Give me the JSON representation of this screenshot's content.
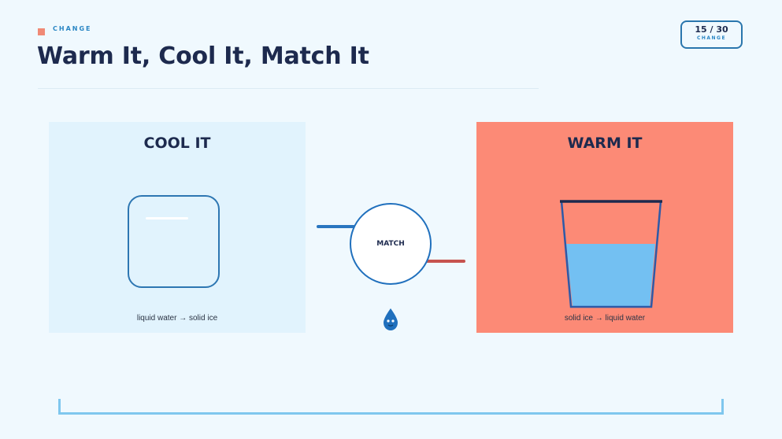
{
  "header": {
    "section_label": "CHANGE",
    "title": "Warm It, Cool It, Match It",
    "accent_color": "#f08a76"
  },
  "counter": {
    "text": "15 / 30",
    "label": "CHANGE"
  },
  "panels": {
    "cool": {
      "title": "COOL IT",
      "caption": "liquid water → solid ice",
      "icon": "ice-cube-icon",
      "background": "#e1f3fd"
    },
    "warm": {
      "title": "WARM IT",
      "caption": "solid ice → liquid water",
      "icon": "water-glass-icon",
      "background": "#fc8a76"
    }
  },
  "center": {
    "match_label": "MATCH",
    "icon": "water-droplet-icon",
    "cool_connector_color": "#2a76c0",
    "warm_connector_color": "#c6534f"
  }
}
